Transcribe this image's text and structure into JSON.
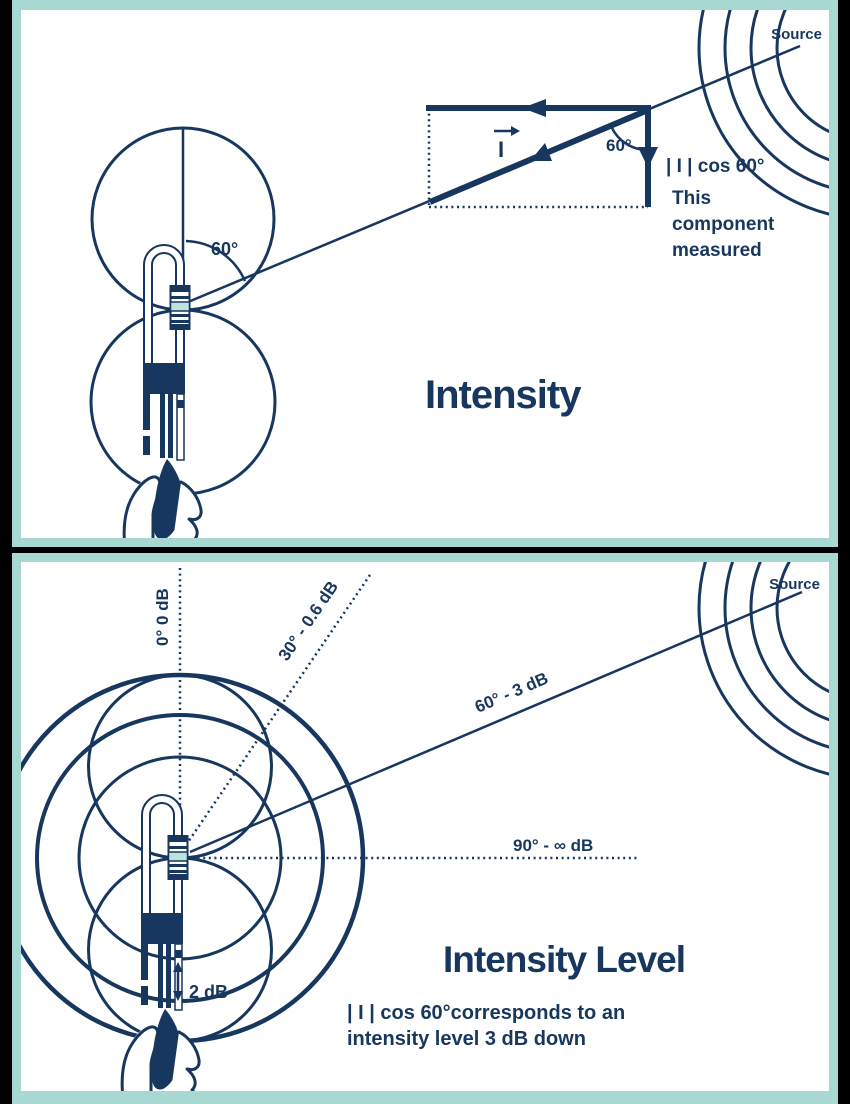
{
  "colors": {
    "navy": "#17375e",
    "teal_frame": "#a7d9d2",
    "mic_teal": "#bee3de",
    "background": "#000000",
    "paper": "#ffffff"
  },
  "panel_top": {
    "title": "Intensity",
    "source_label": "Source",
    "probe_angle_label": "60°",
    "vector_diagram": {
      "i_label": "I",
      "angle_label": "60°",
      "component_label": "| I |  cos  60°",
      "note_line1": "This",
      "note_line2": "component",
      "note_line3": "measured"
    }
  },
  "panel_bottom": {
    "title": "Intensity Level",
    "source_label": "Source",
    "axis_labels": {
      "deg0": "0° 0 dB",
      "deg30": "30° - 0.6 dB",
      "deg60": "60° - 3 dB",
      "deg90": "90° - ∞ dB"
    },
    "ring_spacing_label": "2 dB",
    "caption_line1": "| I | cos 60°corresponds to an",
    "caption_line2": "intensity level 3 dB down"
  }
}
